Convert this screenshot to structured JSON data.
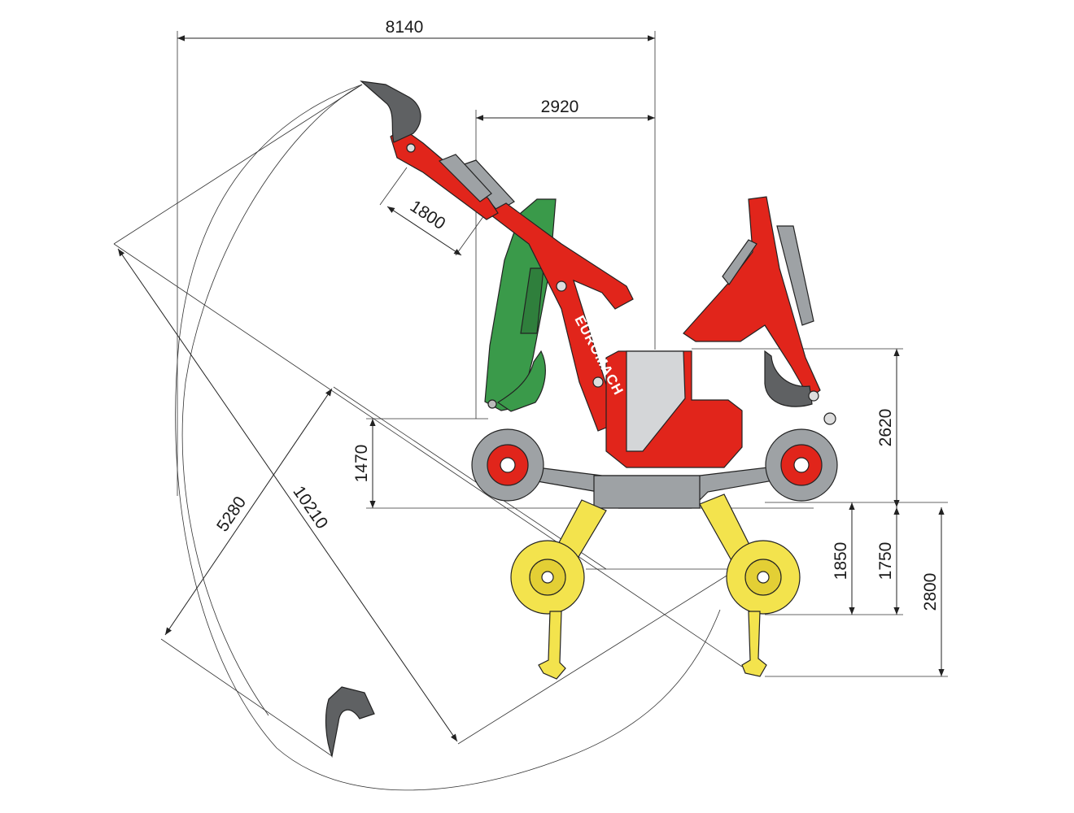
{
  "colors": {
    "machine_red": "#e1251b",
    "arm_green": "#3a9a4a",
    "outrigger_yellow": "#f3e34d",
    "steel_grey": "#9ea2a5",
    "bucket_grey": "#5f6163",
    "cab_grey": "#d4d6d8"
  },
  "logo": {
    "text": "EUROMACH"
  },
  "dimensions": {
    "total_reach": "8140",
    "front_reach": "2920",
    "stick_length": "1800",
    "cut_depth": "5280",
    "max_radius": "10210",
    "base_height": "1470",
    "cab_height": "2620",
    "wheel_drop": "1850",
    "leg_drop": "1750",
    "stabilizer_drop": "2800"
  }
}
